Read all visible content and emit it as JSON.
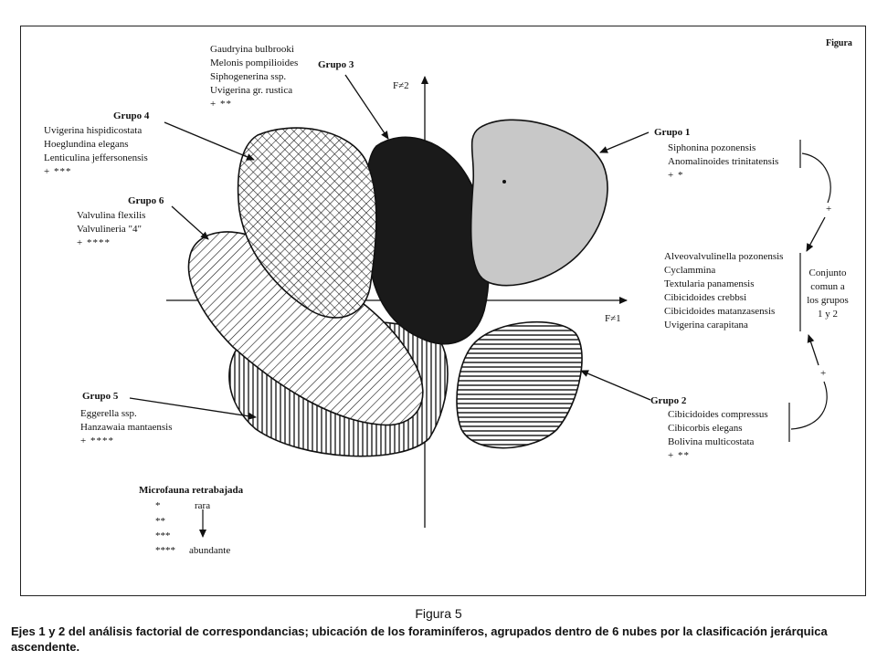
{
  "header_fragment": "Figura",
  "axes": {
    "y_label": "F≠2",
    "x_label": "F≠1"
  },
  "groups": {
    "g1": {
      "label": "Grupo 1",
      "species": [
        "Siphonina pozonensis",
        "Anomalinoides trinitatensis"
      ],
      "stars": "+   *",
      "fill": "#c8c8c8"
    },
    "g2": {
      "label": "Grupo 2",
      "species": [
        "Cibicidoides compressus",
        "Cibicorbis elegans",
        "Bolivina multicostata"
      ],
      "stars": "+   **",
      "fill": "horizontal-hatch"
    },
    "g3": {
      "label": "Grupo 3",
      "species": [
        "Gaudryina bulbrooki",
        "Melonis pompilioides",
        "Siphogenerina ssp.",
        "Uvigerina gr. rustica"
      ],
      "stars": "+   **",
      "fill": "#1a1a1a"
    },
    "g4": {
      "label": "Grupo 4",
      "species": [
        "Uvigerina hispidicostata",
        "Hoeglundina elegans",
        "Lenticulina jeffersonensis"
      ],
      "stars": "+   ***",
      "fill": "cross-hatch"
    },
    "g5": {
      "label": "Grupo 5",
      "species": [
        "Eggerella ssp.",
        "Hanzawaia mantaensis"
      ],
      "stars": "+   ****",
      "fill": "vertical-hatch"
    },
    "g6": {
      "label": "Grupo 6",
      "species": [
        "Valvulina flexilis",
        "Valvulineria \"4\""
      ],
      "stars": "+   ****",
      "fill": "diagonal-hatch"
    }
  },
  "common": {
    "species": [
      "Alveovalvulinella pozonensis",
      "Cyclammina",
      "Textularia panamensis",
      "Cibicidoides crebbsi",
      "Cibicidoides matanzasensis",
      "Uvigerina carapitana"
    ],
    "note": [
      "Conjunto",
      "comun a",
      "los grupos",
      "1 y 2"
    ],
    "plus": "+"
  },
  "legend": {
    "title": "Microfauna retrabajada",
    "rows": [
      {
        "sym": "*",
        "text": "rara"
      },
      {
        "sym": "**",
        "text": ""
      },
      {
        "sym": "***",
        "text": ""
      },
      {
        "sym": "****",
        "text": "abundante"
      }
    ]
  },
  "caption": {
    "title": "Figura 5",
    "text": "Ejes 1 y 2 del análisis factorial de correspondancias; ubicación de los foraminíferos, agrupados dentro de 6 nubes por la clasificación jerárquica ascendente."
  }
}
